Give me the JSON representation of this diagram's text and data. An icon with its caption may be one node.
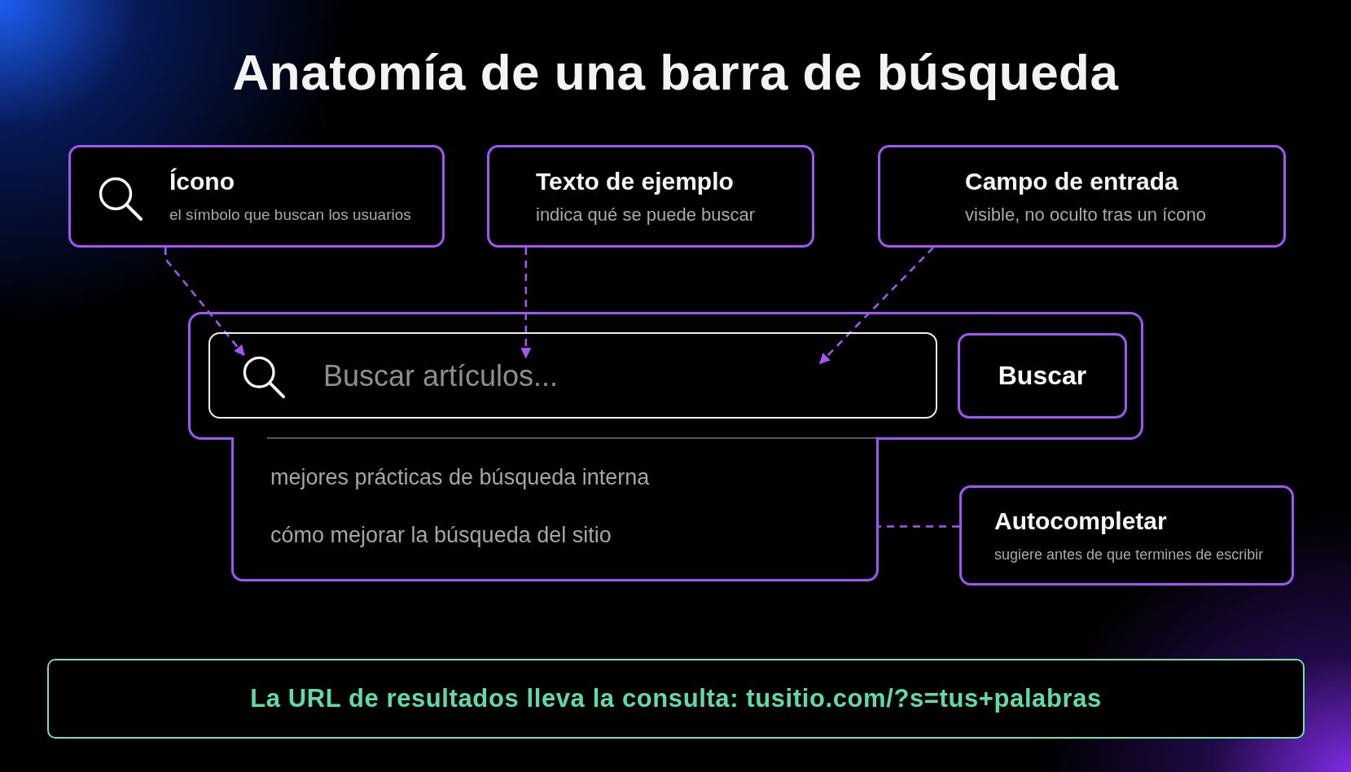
{
  "diagram": {
    "title": "Anatomía de una barra de búsqueda",
    "nodes": [
      {
        "text": [
          "Ícono",
          "el símbolo que buscan los usuarios"
        ]
      },
      {
        "text": [
          "Texto de ejemplo",
          "indica qué se puede buscar"
        ]
      },
      {
        "text": [
          "Campo de entrada",
          "visible, no oculto tras un ícono"
        ]
      },
      {
        "text": [],
        "shape": "box"
      },
      {
        "text": [],
        "shape": "box",
        "in": 3
      },
      {
        "text": [],
        "shape": "circle",
        "in": 4
      },
      {
        "text": [
          "Buscar artículos..."
        ],
        "in": 4
      },
      {
        "text": [
          "Buscar"
        ],
        "in": 3
      },
      {
        "text": [
          "mejores prácticas de búsqueda interna",
          "cómo mejorar la búsqueda del sitio"
        ]
      },
      {
        "text": [
          "Autocompletar",
          "sugiere antes de que termines de escribir"
        ]
      },
      {
        "text": [
          "La URL de resultados lleva la consulta: tusitio.com/?s=tus+palabras"
        ]
      }
    ],
    "edges": [
      {
        "from": 0,
        "to": 5,
        "arrow": "to",
        "style": "dashed"
      },
      {
        "from": 1,
        "to": 6,
        "arrow": "to",
        "style": "dashed"
      },
      {
        "from": 2,
        "to": 4,
        "arrow": "to",
        "style": "dashed"
      },
      {
        "from": 9,
        "to": 8,
        "arrow": "none",
        "style": "dashed"
      }
    ]
  }
}
